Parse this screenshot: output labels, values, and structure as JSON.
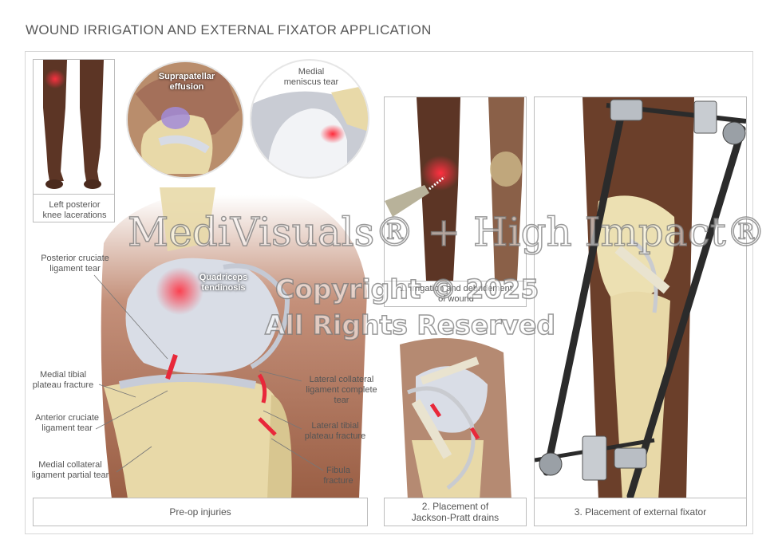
{
  "title": "WOUND IRRIGATION AND EXTERNAL FIXATOR APPLICATION",
  "panels": {
    "legs": {
      "caption_line1": "Left posterior",
      "caption_line2": "knee lacerations"
    },
    "preop": {
      "caption": "Pre-op injuries"
    },
    "irrigation": {
      "caption_line1": "1. Irrigation and debridement",
      "caption_line2": "of wound"
    },
    "drains": {
      "caption_line1": "2. Placement of",
      "caption_line2": "Jackson-Pratt drains"
    },
    "fixator": {
      "caption": "3. Placement of external fixator"
    }
  },
  "insets": {
    "suprapatellar": {
      "line1": "Suprapatellar",
      "line2": "effusion"
    },
    "meniscus": {
      "line1": "Medial",
      "line2": "meniscus tear"
    }
  },
  "labels": {
    "pcl": {
      "line1": "Posterior cruciate",
      "line2": "ligament tear"
    },
    "quad": {
      "line1": "Quadriceps",
      "line2": "tendinosis"
    },
    "mtp": {
      "line1": "Medial tibial",
      "line2": "plateau fracture"
    },
    "acl": {
      "line1": "Anterior cruciate",
      "line2": "ligament tear"
    },
    "mcl": {
      "line1": "Medial collateral",
      "line2": "ligament partial tear"
    },
    "lcl": {
      "line1": "Lateral collateral",
      "line2": "ligament complete",
      "line3": "tear"
    },
    "ltp": {
      "line1": "Lateral tibial",
      "line2": "plateau fracture"
    },
    "fib": {
      "line1": "Fibula",
      "line2": "fracture"
    }
  },
  "watermark": {
    "brand": "MediVisuals® + High Impact®",
    "copyright": "Copyright © 2025",
    "rights": "All Rights Reserved"
  },
  "colors": {
    "skin": "#6b3f2a",
    "bone": "#e8d9a8",
    "cartilage": "#d9dde6",
    "injury": "#e8283a",
    "metal": "#2b2b2b"
  }
}
